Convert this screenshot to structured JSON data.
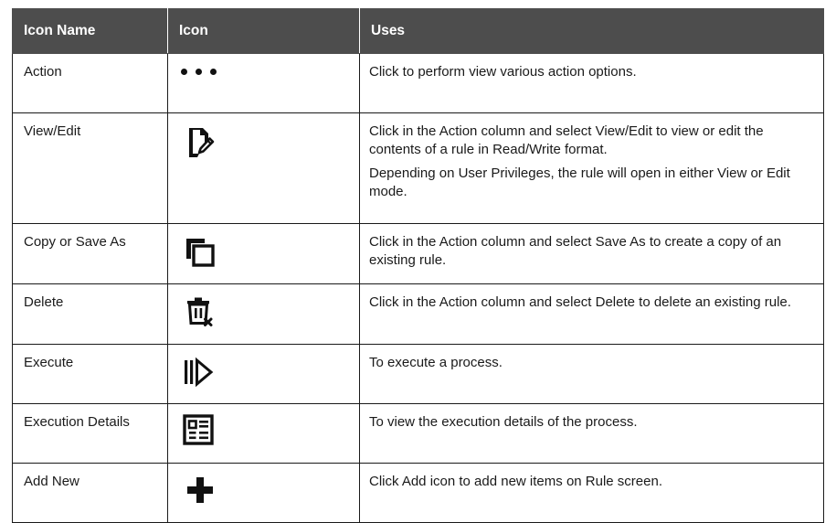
{
  "table": {
    "headers": [
      {
        "label": "Icon Name",
        "name": "col-icon-name"
      },
      {
        "label": "Icon",
        "name": "col-icon"
      },
      {
        "label": "Uses",
        "name": "col-uses"
      }
    ],
    "header_bg": "#4d4d4d",
    "header_fg": "#ffffff",
    "border_color": "#1a1a1a",
    "rows": [
      {
        "name": "Action",
        "icon": "three-dots-icon",
        "uses": [
          "Click to perform view various action options."
        ]
      },
      {
        "name": "View/Edit",
        "icon": "document-edit-icon",
        "uses": [
          "Click in the Action column and select View/Edit to view or edit the contents of a rule in Read/Write format.",
          "Depending on User Privileges, the rule will open in either View or Edit mode."
        ]
      },
      {
        "name": "Copy or Save As",
        "icon": "copy-icon",
        "uses": [
          "Click in the Action column and select Save As to create a copy of an existing rule."
        ]
      },
      {
        "name": "Delete",
        "icon": "trash-delete-icon",
        "uses": [
          "Click in the Action column and select Delete to delete an existing rule."
        ]
      },
      {
        "name": "Execute",
        "icon": "execute-play-icon",
        "uses": [
          "To execute a process."
        ]
      },
      {
        "name": "Execution Details",
        "icon": "execution-details-list-icon",
        "uses": [
          "To view the execution details of the process."
        ]
      },
      {
        "name": "Add New",
        "icon": "plus-add-icon",
        "uses": [
          "Click Add icon to add new items on Rule screen."
        ]
      }
    ]
  }
}
